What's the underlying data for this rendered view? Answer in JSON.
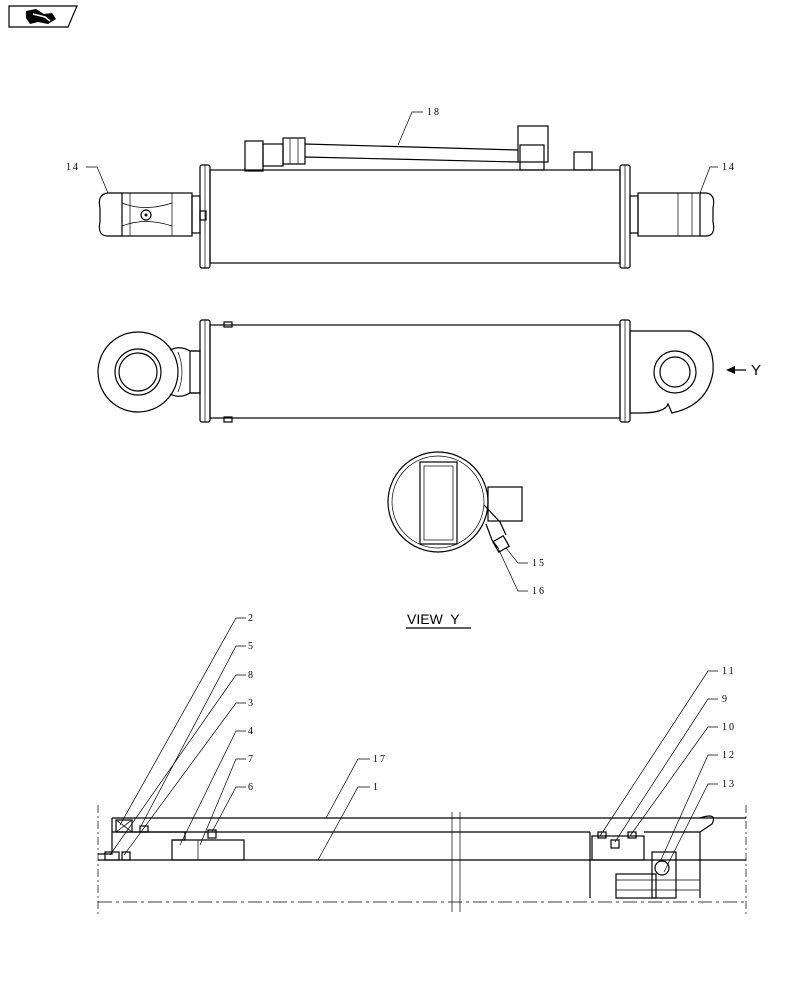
{
  "nav": {
    "icon": "back-arrow-icon"
  },
  "view_label": "VIEW  Y",
  "y_marker": "Y",
  "callouts": {
    "c14_left": "14",
    "c14_right": "14",
    "c18": "18",
    "c15": "15",
    "c16": "16",
    "c2": "2",
    "c5": "5",
    "c8": "8",
    "c3": "3",
    "c4": "4",
    "c7": "7",
    "c6": "6",
    "c17": "17",
    "c1": "1",
    "c11": "11",
    "c9": "9",
    "c10": "10",
    "c12": "12",
    "c13": "13"
  }
}
